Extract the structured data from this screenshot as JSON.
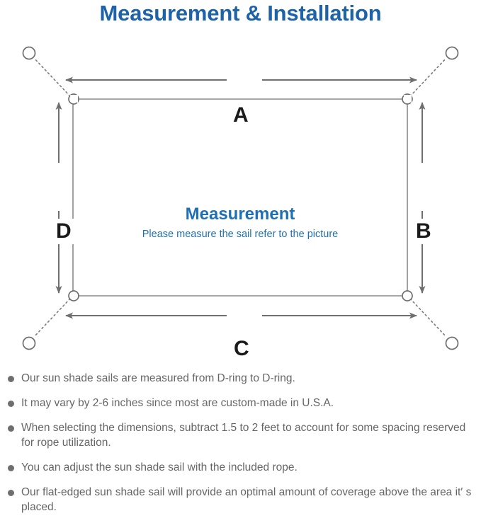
{
  "title": "Measurement & Installation",
  "diagram": {
    "center_title": "Measurement",
    "center_subtitle": "Please measure the sail refer to the picture",
    "dimensions": {
      "top": "A",
      "right": "B",
      "bottom": "C",
      "left": "D"
    },
    "colors": {
      "title_blue": "#1e63a8",
      "caption_blue": "#1e6fb5",
      "line_gray": "#6f6f6f",
      "sail_outline": "#8a8a8a",
      "bullet_gray": "#6e6e6e",
      "text_gray": "#666666"
    },
    "icon_names": [
      "anchor-ring-icon",
      "d-ring-icon",
      "rope-line-icon",
      "dimension-arrow-icon"
    ]
  },
  "notes": [
    "Our sun shade sails are measured from D-ring to D-ring.",
    "It may vary by 2-6 inches since most are custom-made in U.S.A.",
    "When selecting the dimensions, subtract 1.5 to 2 feet to account for some spacing reserved for rope utilization.",
    "You can adjust the sun shade sail with the included rope.",
    "Our flat-edged sun shade sail will provide an optimal amount of coverage above the area it′ s placed."
  ]
}
